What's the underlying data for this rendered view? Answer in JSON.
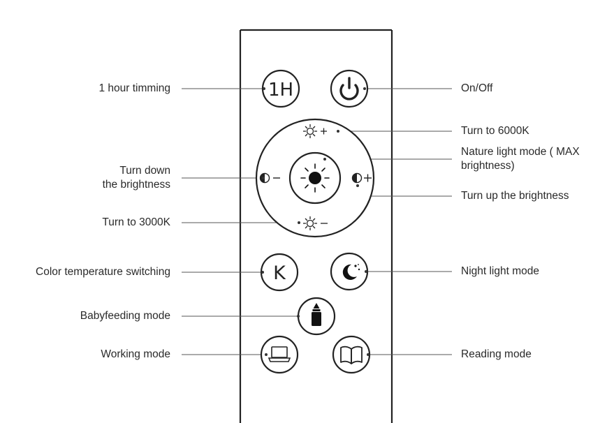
{
  "buttons": {
    "timer_text": "1H",
    "k_text": "K"
  },
  "labels": {
    "timer": "1 hour timming",
    "on_off": "On/Off",
    "cct_6000": "Turn to 6000K",
    "nature_line1": "Nature light mode ( MAX",
    "nature_line2": "brightness)",
    "dim_line1": "Turn down",
    "dim_line2": "the brightness",
    "bright_up": "Turn up the brightness",
    "cct_3000": "Turn to 3000K",
    "cct_switch": "Color temperature switching",
    "night": "Night light mode",
    "baby": "Babyfeeding mode",
    "working": "Working mode",
    "reading": "Reading mode"
  },
  "icons": [
    "power-icon",
    "sun-icon",
    "sun-plus-icon",
    "sun-minus-icon",
    "dim-down-icon",
    "dim-up-icon",
    "moon-stars-icon",
    "baby-bottle-icon",
    "laptop-icon",
    "open-book-icon"
  ],
  "colors": {
    "line": "#222222",
    "leader": "#555555",
    "text": "#2a2a2a"
  }
}
